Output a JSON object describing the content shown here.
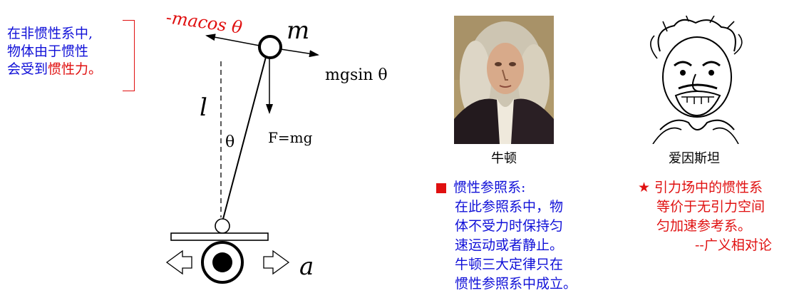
{
  "left_note": {
    "line1": "在非惯性系中,",
    "line2": "物体由于惯性",
    "line3_prefix": "会受到",
    "line3_highlight": "惯性力。"
  },
  "diagram": {
    "mass_label": "m",
    "length_label": "l",
    "angle_label": "θ",
    "inertial_force_label": "-macos θ",
    "tangent_force_label": "mgsin θ",
    "gravity_label": "F=mg",
    "acceleration_label": "a"
  },
  "portraits": {
    "newton_caption": "牛顿",
    "einstein_caption": "爱因斯坦"
  },
  "newton_note": {
    "title": "惯性参照系:",
    "lines": [
      "在此参照系中，物",
      "体不受力时保持匀",
      "速运动或者静止。",
      "牛顿三大定律只在",
      "惯性参照系中成立。"
    ]
  },
  "einstein_note": {
    "lines": [
      "引力场中的惯性系",
      "等价于无引力空间",
      "匀加速参考系。",
      "--广义相对论"
    ]
  },
  "colors": {
    "blue_text": "#1010d8",
    "red_text": "#e01010"
  }
}
